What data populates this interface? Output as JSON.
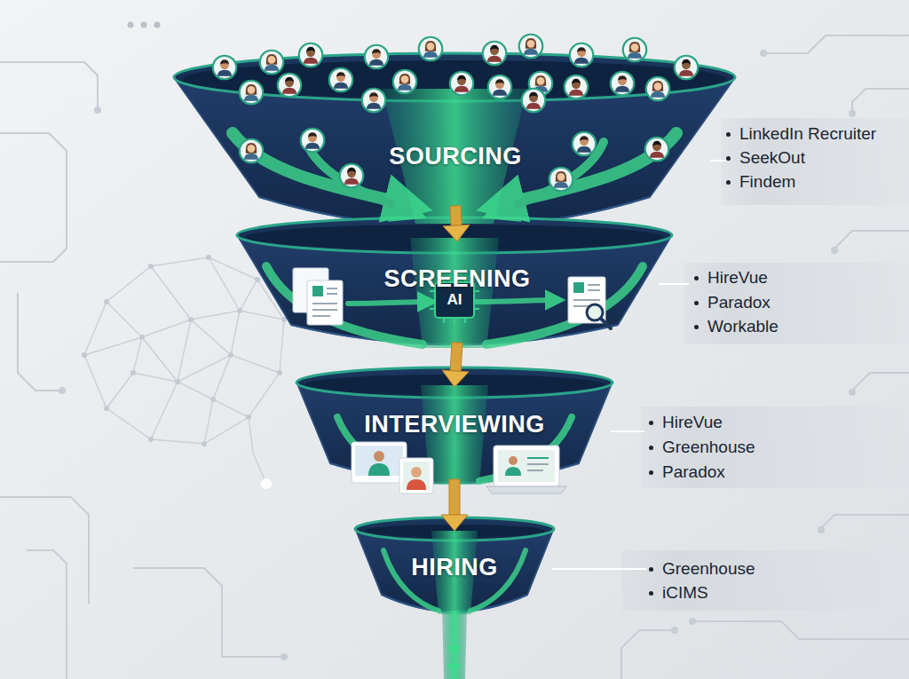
{
  "diagram": {
    "nodes": [
      {
        "text": [
          "SOURCING"
        ]
      },
      {
        "text": [
          "SCREENING"
        ]
      },
      {
        "text": [
          "INTERVIEWING"
        ]
      },
      {
        "text": [
          "HIRING"
        ]
      }
    ],
    "edges": [
      {
        "from": 0,
        "to": 1,
        "arrow": "to"
      },
      {
        "from": 1,
        "to": 2,
        "arrow": "to"
      },
      {
        "from": 2,
        "to": 3,
        "arrow": "to"
      }
    ],
    "labels": [
      "LinkedIn Recruiter",
      "SeekOut",
      "Findem",
      "AI",
      "HireVue",
      "Paradox",
      "Workable",
      "HireVue",
      "Greenhouse",
      "Paradox",
      "Greenhouse",
      "iCIMS"
    ]
  }
}
